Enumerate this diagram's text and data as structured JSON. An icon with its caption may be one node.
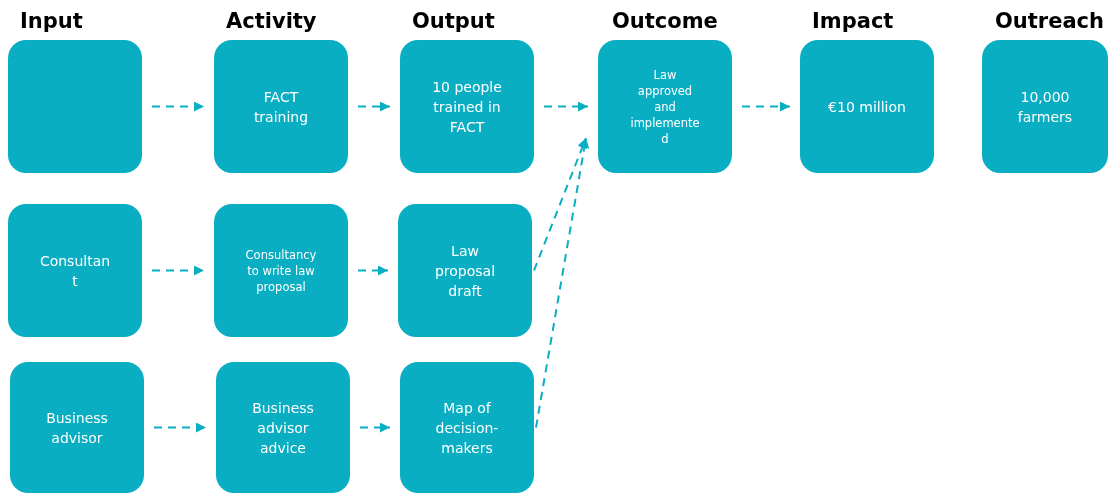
{
  "diagram": {
    "nodes": [
      {
        "text": [],
        "shape": "box"
      },
      {
        "text": [
          "FACT training"
        ]
      },
      {
        "text": [
          "10 people trained in FACT"
        ]
      },
      {
        "text": [
          "Law approved and implemente d"
        ]
      },
      {
        "text": [
          "€10 million"
        ]
      },
      {
        "text": [
          "10,000 farmers"
        ]
      },
      {
        "text": [
          "Consultan t"
        ]
      },
      {
        "text": [
          "Consultancy to write law proposal"
        ]
      },
      {
        "text": [
          "Law proposal draft"
        ]
      },
      {
        "text": [
          "Business advisor"
        ]
      },
      {
        "text": [
          "Business advisor advice"
        ]
      },
      {
        "text": [
          "Map of decision-makers"
        ]
      }
    ],
    "edges": [
      {
        "from": 0,
        "to": 1,
        "arrow": "to",
        "style": "dashed"
      },
      {
        "from": 1,
        "to": 2,
        "arrow": "to",
        "style": "dashed"
      },
      {
        "from": 2,
        "to": 3,
        "arrow": "to",
        "style": "dashed"
      },
      {
        "from": 3,
        "to": 4,
        "arrow": "to",
        "style": "dashed"
      },
      {
        "from": 6,
        "to": 7,
        "arrow": "to",
        "style": "dashed"
      },
      {
        "from": 7,
        "to": 8,
        "arrow": "to",
        "style": "dashed"
      },
      {
        "from": 8,
        "to": 3,
        "arrow": "to",
        "style": "dashed"
      },
      {
        "from": 9,
        "to": 10,
        "arrow": "to",
        "style": "dashed"
      },
      {
        "from": 10,
        "to": 11,
        "arrow": "to",
        "style": "dashed"
      },
      {
        "from": 11,
        "to": 3,
        "arrow": "to",
        "style": "dashed"
      }
    ],
    "labels": [
      "Input",
      "Activity",
      "Output",
      "Outcome",
      "Impact",
      "Outreach"
    ]
  }
}
